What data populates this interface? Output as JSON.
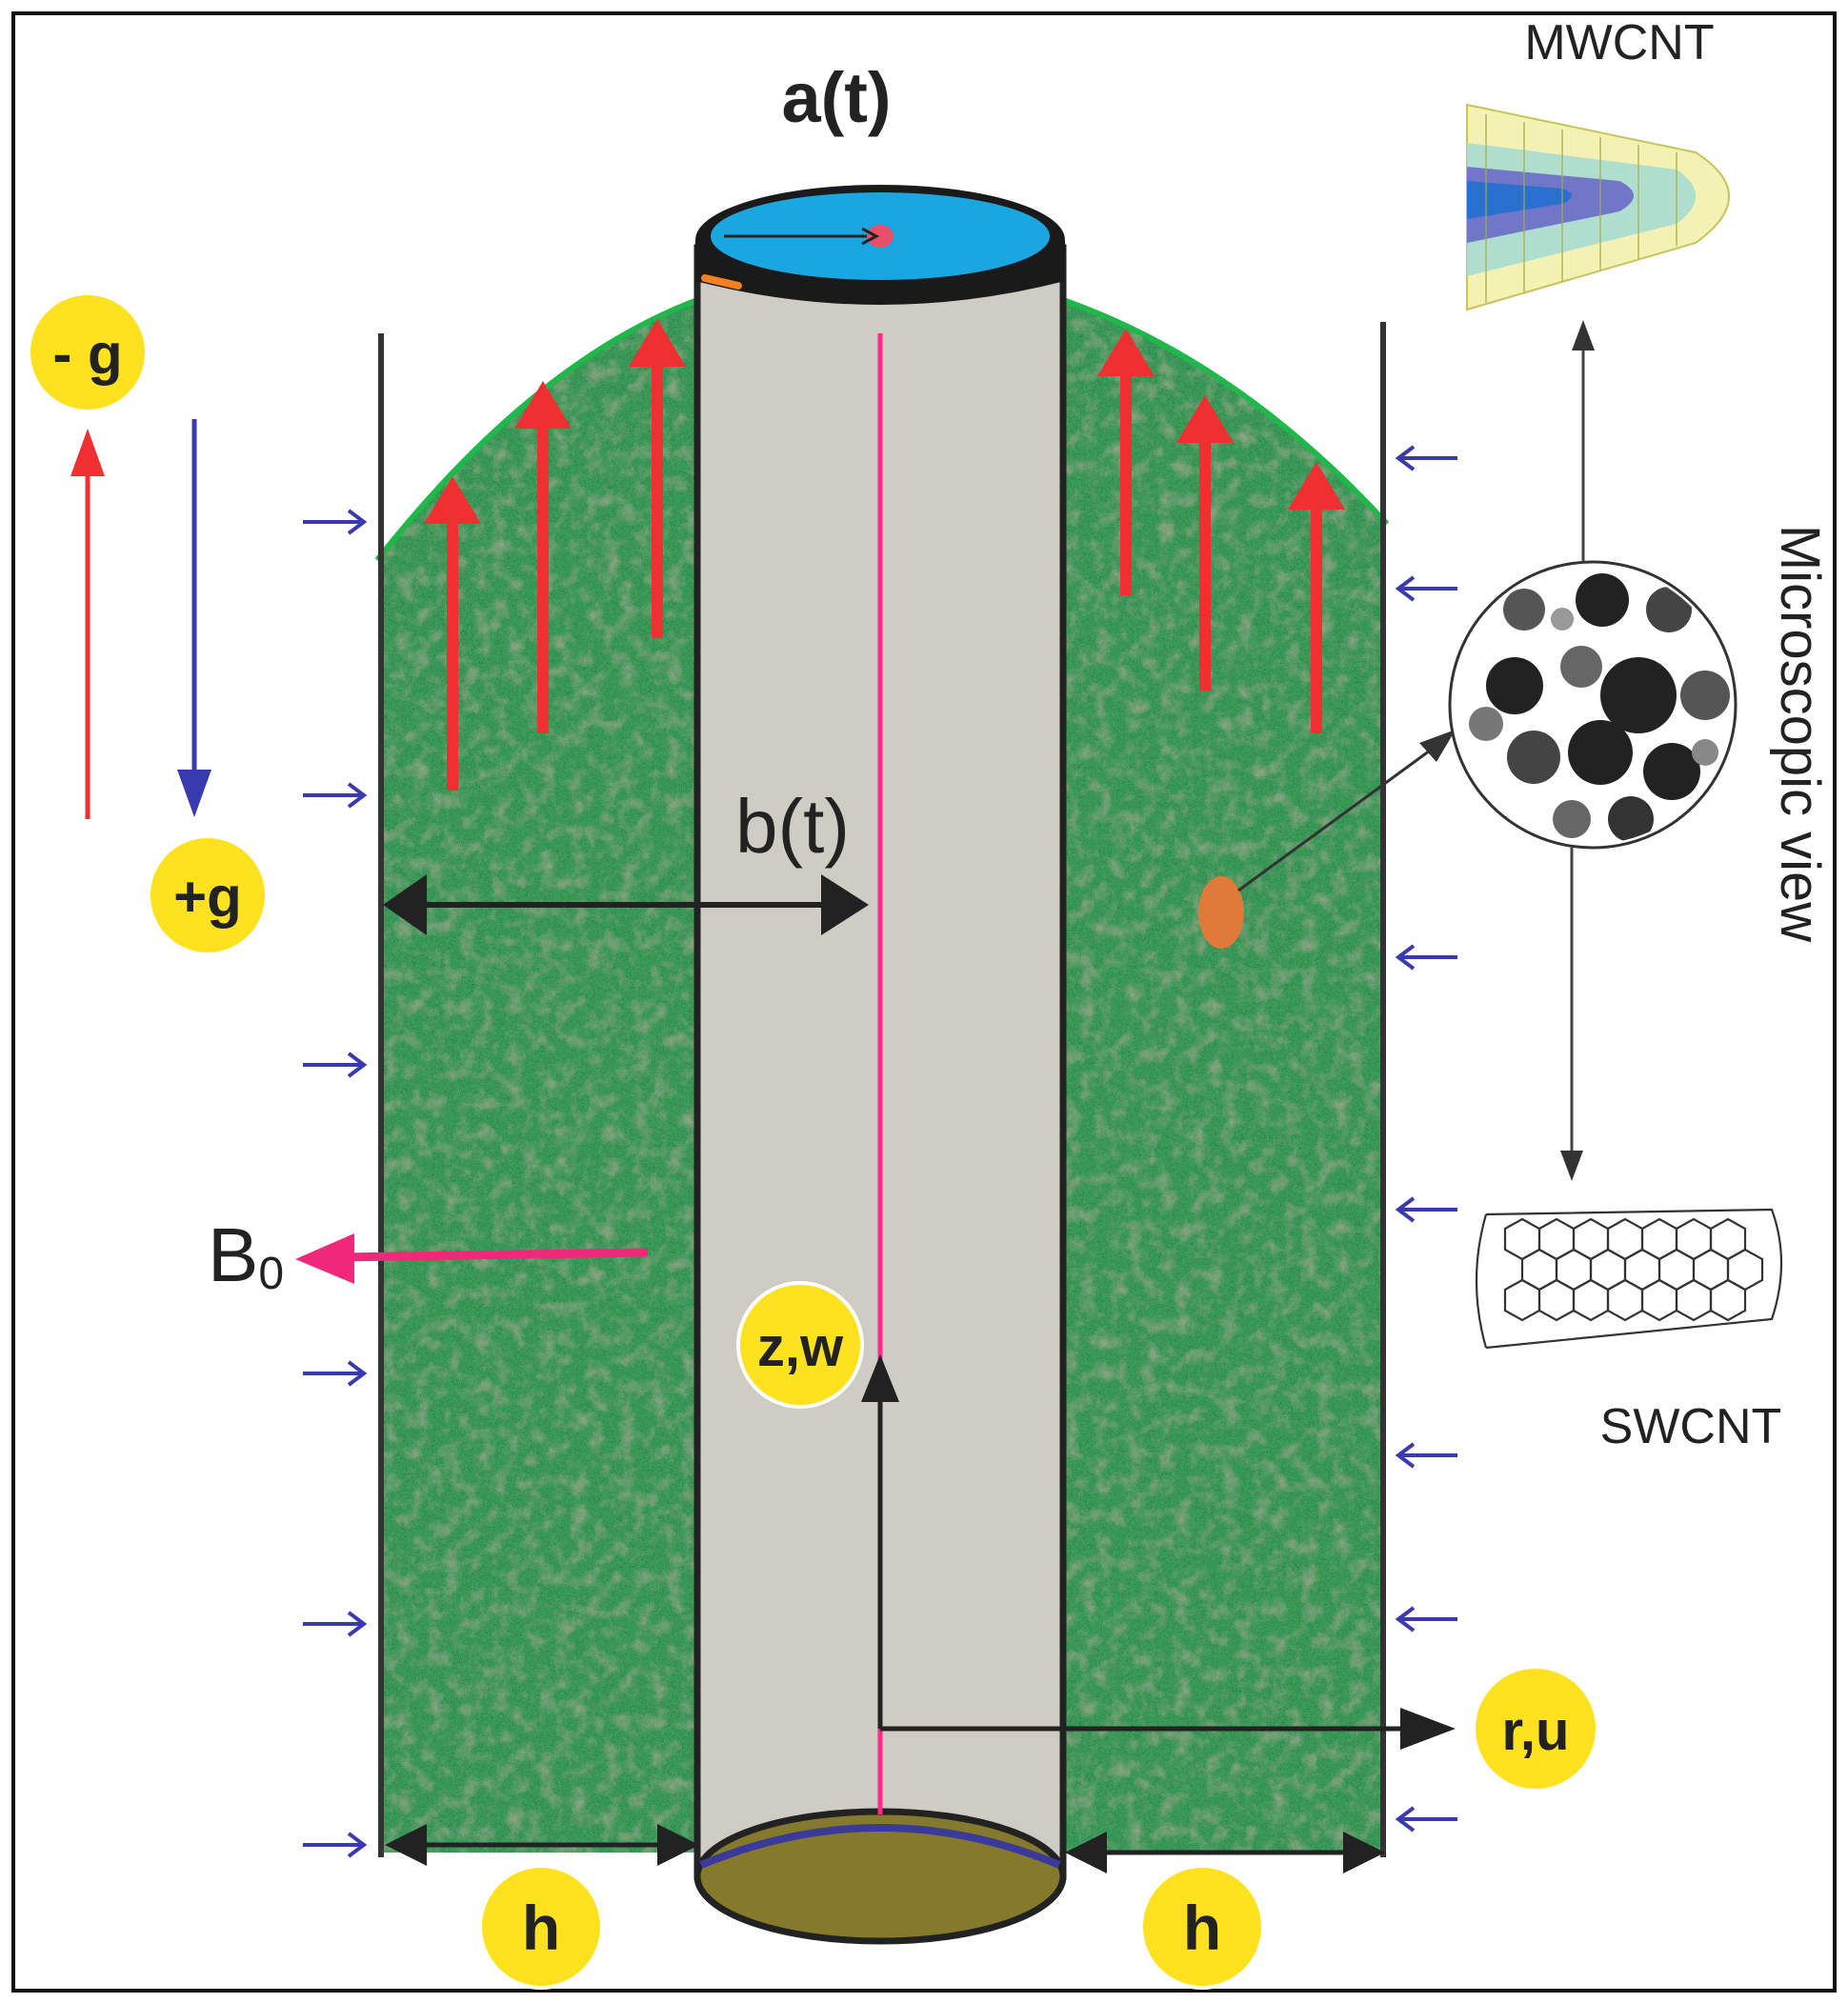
{
  "labels": {
    "top_radius": "a(t)",
    "gravity_up": "- g",
    "gravity_down": "+g",
    "gap_radius": "b(t)",
    "magnetic_field": "B",
    "magnetic_field_sub": "0",
    "axial": "z,w",
    "radial": "r,u",
    "gap_left": "h",
    "gap_right": "h",
    "mwcnt": "MWCNT",
    "swcnt": "SWCNT",
    "microscopic_view": "Microscopic view"
  },
  "colors": {
    "fluid": "#1f7a3a",
    "fluid_dark": "#5a4a3a",
    "fluid_light": "#2fb050",
    "cylinder": "#cfccc4",
    "cylinder_top": "#1aa6e0",
    "cylinder_bottom": "#857a2c",
    "axis_line": "#ff2a8a",
    "red_arrow": "#f03030",
    "blue_arrow": "#3a3ab0",
    "magnetic_arrow": "#f0287a",
    "badge_yellow": "#ffe21f",
    "surface_green": "#1fb84a"
  },
  "icons": {
    "mwcnt": "cone-nanotube-icon",
    "swcnt": "hexagon-tube-icon",
    "microscope": "particle-circle-icon"
  }
}
